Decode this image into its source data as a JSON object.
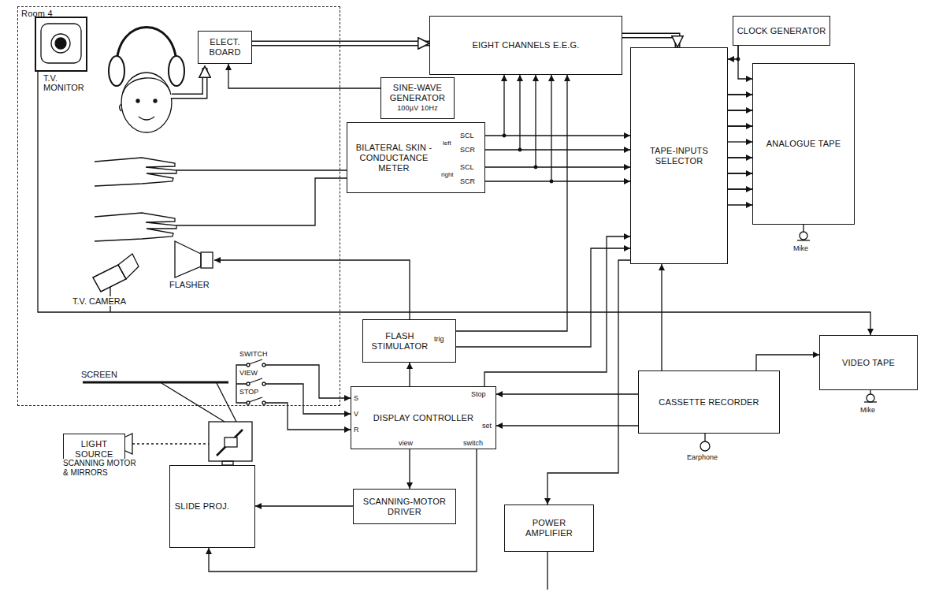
{
  "diagram": {
    "nodes": [
      {
        "text": [
          "Room 4"
        ]
      },
      {
        "text": [
          "ELECT. BOARD"
        ],
        "in": 0
      },
      {
        "text": [
          "EIGHT CHANNELS E.E.G."
        ]
      },
      {
        "text": [
          "CLOCK GENERATOR"
        ]
      },
      {
        "text": [
          "SINE-WAVE GENERATOR",
          "100µV 10Hz"
        ]
      },
      {
        "text": [
          "BILATERAL SKIN - CONDUCTANCE METER"
        ]
      },
      {
        "text": [
          "TAPE-INPUTS SELECTOR"
        ]
      },
      {
        "text": [
          "ANALOGUE TAPE"
        ]
      },
      {
        "text": [
          "FLASH STIMULATOR"
        ]
      },
      {
        "text": [
          "VIDEO TAPE"
        ]
      },
      {
        "text": [
          "DISPLAY CONTROLLER"
        ]
      },
      {
        "text": [
          "CASSETTE RECORDER"
        ]
      },
      {
        "text": [
          "LIGHT SOURCE"
        ]
      },
      {
        "text": [
          "SLIDE PROJ."
        ]
      },
      {
        "text": [
          "SCANNING-MOTOR DRIVER"
        ]
      },
      {
        "text": [
          "POWER AMPLIFIER"
        ]
      }
    ],
    "edges": [
      {
        "from": 1,
        "to": 2,
        "arrow": "to"
      },
      {
        "from": 2,
        "to": 6,
        "arrow": "to"
      },
      {
        "from": 4,
        "to": 1,
        "arrow": "to"
      },
      {
        "from": 5,
        "to": 2,
        "arrow": "to"
      },
      {
        "from": 5,
        "to": 6,
        "arrow": "to"
      },
      {
        "from": 3,
        "to": 7,
        "arrow": "to"
      },
      {
        "from": 3,
        "to": 6,
        "arrow": "to"
      },
      {
        "from": 6,
        "to": 7,
        "arrow": "to"
      },
      {
        "from": 8,
        "to": 2,
        "arrow": "to"
      },
      {
        "from": 8,
        "to": 6,
        "arrow": "to"
      },
      {
        "from": 10,
        "to": 8,
        "arrow": "to"
      },
      {
        "from": 10,
        "to": 6,
        "arrow": "to"
      },
      {
        "from": 11,
        "to": 10,
        "arrow": "to"
      },
      {
        "from": 11,
        "to": 6,
        "arrow": "to"
      },
      {
        "from": 11,
        "to": 9,
        "arrow": "to"
      },
      {
        "from": 10,
        "to": 14,
        "arrow": "to"
      },
      {
        "from": 14,
        "to": 13,
        "arrow": "to"
      },
      {
        "from": 10,
        "to": 13,
        "arrow": "to"
      },
      {
        "from": 6,
        "to": 15,
        "arrow": "to"
      }
    ],
    "labels": [
      "T.V. MONITOR",
      "T.V. CAMERA",
      "FLASHER",
      "SCREEN",
      "SWITCH",
      "VIEW",
      "STOP",
      "SCANNING MOTOR & MIRRORS",
      "SCL",
      "left",
      "SCR",
      "SCL",
      "right",
      "SCR",
      "trig",
      "S",
      "V",
      "R",
      "Stop",
      "set",
      "view",
      "switch",
      "Mike",
      "Mike",
      "Earphone"
    ]
  }
}
